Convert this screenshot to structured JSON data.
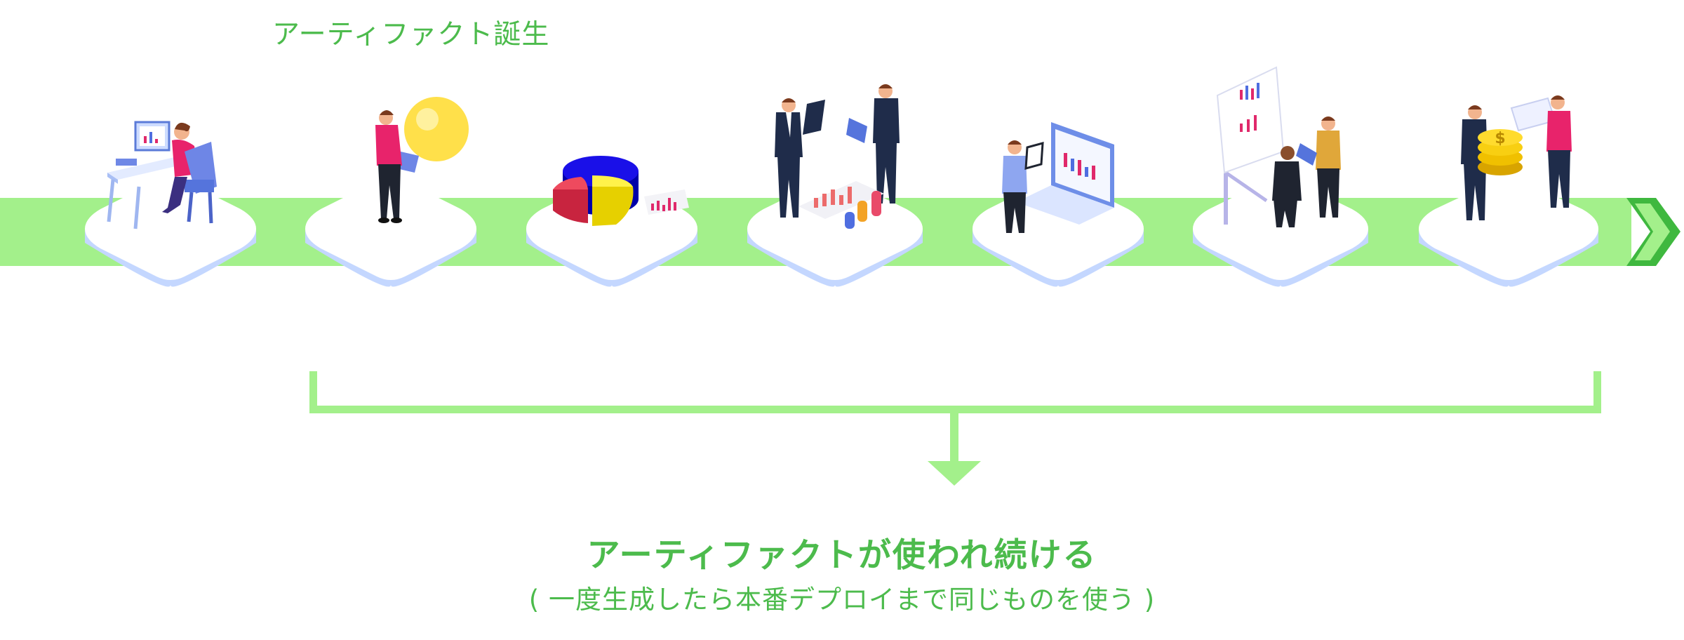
{
  "labels": {
    "origin": "アーティファクト誕生",
    "headline": "アーティファクトが使われ続ける",
    "subline": "( 一度生成したら本番デプロイまで同じものを使う )"
  },
  "pipeline": {
    "stage_count": 7,
    "stages": [
      {
        "illustration": "developer-at-desk-icon"
      },
      {
        "illustration": "idea-lightbulb-icon"
      },
      {
        "illustration": "pie-chart-icon"
      },
      {
        "illustration": "business-meeting-icon"
      },
      {
        "illustration": "laptop-analytics-icon"
      },
      {
        "illustration": "presentation-board-icon"
      },
      {
        "illustration": "coins-finance-icon"
      }
    ]
  },
  "colors": {
    "band": "#a3f08b",
    "arrow_head": "#3fb83f",
    "text_green": "#4cbb4c",
    "platform_top": "#ffffff",
    "platform_side": "#c4d7ff",
    "bracket": "#a3f08b"
  }
}
